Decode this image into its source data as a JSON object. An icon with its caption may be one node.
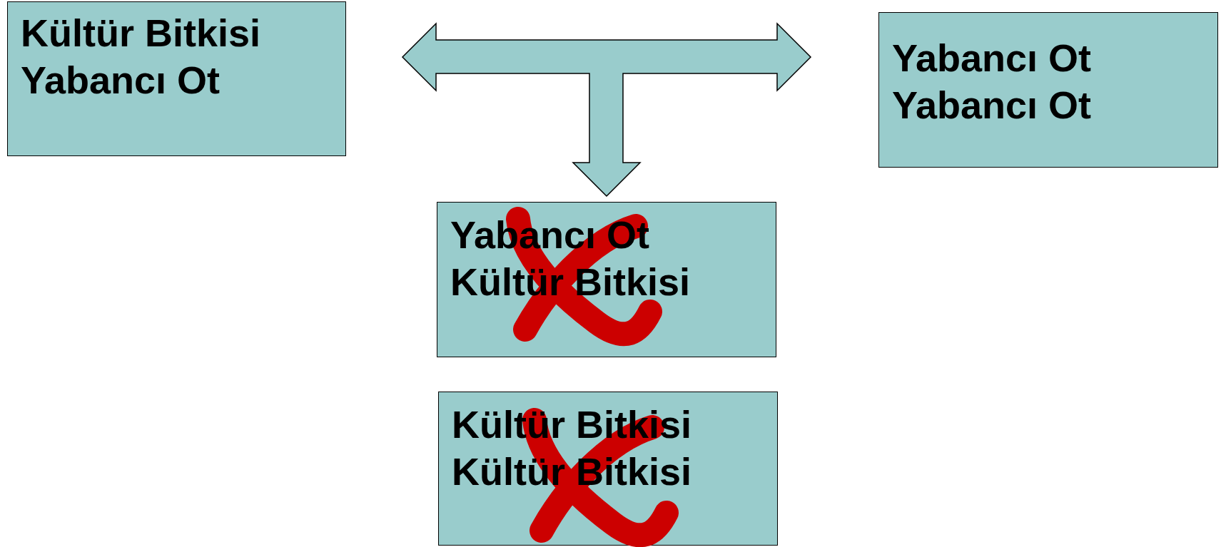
{
  "diagram": {
    "nodes": [
      {
        "text": [
          "Kültür Bitkisi",
          "Yabancı Ot"
        ]
      },
      {
        "text": [
          "Yabancı Ot",
          "Yabancı Ot"
        ]
      },
      {
        "text": [
          "Yabancı Ot",
          "Kültür Bitkisi"
        ]
      },
      {
        "text": [
          "Kültür Bitkisi",
          "Kültür Bitkisi"
        ]
      }
    ],
    "edges": [
      {
        "from": 0,
        "to": 1,
        "arrow": "both"
      },
      {
        "from": null,
        "to": 2,
        "arrow": "to"
      }
    ]
  }
}
